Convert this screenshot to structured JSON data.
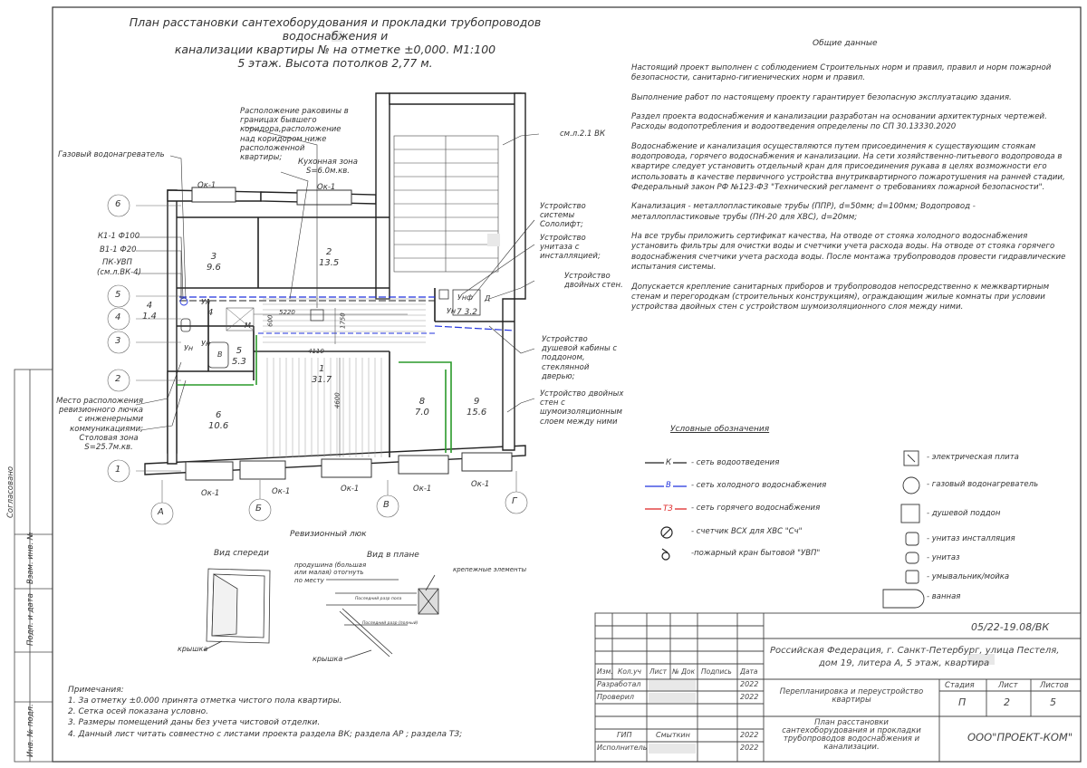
{
  "title": {
    "line1": "План расстановки сантехоборудования и прокладки трубопроводов водоснабжения и",
    "line2": "канализации квартиры №   на отметке ±0,000. М1:100",
    "line3": "5 этаж. Высота потолков 2,77 м."
  },
  "general": {
    "heading": "Общие данные",
    "paragraphs": [
      "Настоящий проект выполнен с соблюдением Строительных норм и правил, правил и норм пожарной безопасности, санитарно-гигиенических норм и правил.",
      "Выполнение работ по настоящему проекту гарантирует безопасную эксплуатацию здания.",
      "Раздел проекта водоснабжения и канализации разработан на основании архитектурных чертежей. Расходы водопотребления и водоотведения определены по СП 30.13330.2020",
      "Водоснабжение и канализация осуществляются путем присоединения к существующим стоякам водопровода, горячего водоснабжения и канализации. На сети хозяйственно-питьевого водопровода в квартире следует установить отдельный кран для присоединения рукава в целях возможности его использовать в качестве первичного устройства внутриквартирного пожаротушения на ранней стадии, Федеральный закон РФ №123-ФЗ \"Технический регламент о требованиях пожарной безопасности\".",
      "Канализация - металлопластиковые трубы (ППР), d=50мм; d=100мм; Водопровод - металлопластиковые трубы (ПН-20 для ХВС), d=20мм;",
      "На все трубы приложить сертификат качества, На отводе от стояка холодного водоснабжения установить фильтры для очистки воды и счетчики учета расхода воды. На отводе от стояка горячего водоснабжения счетчики учета расхода воды. После монтажа трубопроводов провести гидравлические испытания системы.",
      "Допускается крепление санитарных приборов и трубопроводов непосредственно к межквартирным стенам и перегородкам (строительных конструкциям), ограждающим жилые комнаты при условии устройства двойных стен с устройством шумоизоляционного слоя между ними."
    ]
  },
  "plan": {
    "rooms": [
      {
        "num": "3",
        "area": "9.6"
      },
      {
        "num": "2",
        "area": "13.5"
      },
      {
        "num": "4",
        "area": "1.4"
      },
      {
        "num": "4",
        "area": ""
      },
      {
        "num": "5",
        "area": "5.3"
      },
      {
        "num": "1",
        "area": "31.7"
      },
      {
        "num": "6",
        "area": "10.6"
      },
      {
        "num": "8",
        "area": "7.0"
      },
      {
        "num": "9",
        "area": "15.6"
      },
      {
        "num": "7",
        "area": "3.2"
      }
    ],
    "axes_num": [
      "6",
      "5",
      "4",
      "3",
      "2",
      "1"
    ],
    "axes_let": [
      "А",
      "Б",
      "В",
      "Г"
    ],
    "windows": [
      "Ок-1",
      "Ок-1",
      "Ок-1",
      "Ок-1",
      "Ок-1",
      "Ок-1",
      "Ок-1"
    ],
    "dims": [
      "5220",
      "1750",
      "4110",
      "4600",
      "600"
    ],
    "fixtures": [
      "Ун",
      "Ун",
      "Ун",
      "Ун",
      "М",
      "Д",
      "Унф",
      "В"
    ],
    "labels": {
      "sink": "Расположение раковины в границах бывшего коридора,расположение над коридором ниже расположенной квартиры;",
      "kitchen": "Кухонная зона S=6.0м.кв.",
      "gas": "Газовый водонагреватель",
      "k1": "К1-1 Ф100",
      "b1": "В1-1 Ф20",
      "pk": "ПК-УВП",
      "pk2": "(см.л.ВК-4)",
      "revision": "Место расположения ревизионного лючка с инженерными коммуникациями;",
      "dining": "Столовая зона S=25.7м.кв.",
      "sheet_ref": "см.л.2.1 ВК",
      "solo": "Устройство системы Сололифт;",
      "toilet": "Устройство унитаза с инсталляцией;",
      "double1": "Устройство двойных стен.",
      "shower": "Устройство душевой кабины с поддоном, стеклянной дверью;",
      "double2": "Устройство двойных стен с шумоизоляционным слоем между ними"
    }
  },
  "hatch": {
    "title": "Ревизионный люк",
    "front": "Вид спереди",
    "plan": "Вид в плане",
    "vent": "продушина (большая или малая) отогнуть по месту",
    "fasteners": "крепежные элементы",
    "lid1": "крышка",
    "lid2": "крышка",
    "floor1": "Последний разр пола",
    "floor2": "Последний разр (полный)"
  },
  "legend": {
    "title": "Условные обозначения",
    "items": [
      {
        "code": "К",
        "text": "- сеть водоотведения",
        "color": "#222222"
      },
      {
        "code": "В",
        "text": "- сеть холодного водоснабжения",
        "color": "#2233dd"
      },
      {
        "code": "ТЗ",
        "text": "- сеть горячего водоснабжения",
        "color": "#dd2222"
      },
      {
        "code": "",
        "text": "- счетчик ВСХ для ХВС \"Сч\"",
        "color": "#222222"
      },
      {
        "code": "",
        "text": "-пожарный кран бытовой \"УВП\"",
        "color": "#222222"
      }
    ],
    "right": [
      "- электрическая плита",
      "- газовый водонагреватель",
      "- душевой поддон",
      "- унитаз инсталляция",
      "- унитаз",
      "- умывальник/мойка",
      "- ванная"
    ]
  },
  "notes": {
    "title": "Примечания:",
    "items": [
      "1.  За отметку ±0.000 принята отметка чистого пола квартиры.",
      "2.  Сетка осей показана условно.",
      "3.  Размеры помещений даны без учета чистовой отделки.",
      "4.  Данный лист читать совместно с листами проекта раздела ВК; раздела АР ; раздела ТЗ;"
    ]
  },
  "titleblock": {
    "code": "05/22-19.08/ВК",
    "address1": "Российская Федерация, г. Санкт-Петербург, улица Пестеля,",
    "address2": "дом 19, литера А, 5 этаж, квартира",
    "headers": [
      "Изм.",
      "Кол.уч",
      "Лист",
      "№ Док",
      "Подпись",
      "Дата"
    ],
    "roles": [
      {
        "role": "Разработал",
        "name": "",
        "date": "2022"
      },
      {
        "role": "Проверил",
        "name": "",
        "date": "2022"
      },
      {
        "role": "",
        "name": "",
        "date": ""
      },
      {
        "role": "ГИП",
        "name": "Смыткин",
        "date": "2022"
      },
      {
        "role": "Исполнитель",
        "name": "",
        "date": "2022"
      }
    ],
    "project1": "Перепланировка и переустройство",
    "project2": "квартиры",
    "sheet1": "План расстановки",
    "sheet2": "сантехоборудования и прокладки",
    "sheet3": "трубопроводов водоснабжения и",
    "sheet4": "канализации.",
    "stage_label": "Стадия",
    "list_label": "Лист",
    "lists_label": "Листов",
    "stage": "П",
    "list": "2",
    "lists": "5",
    "company": "ООО\"ПРОЕКТ-КОМ\""
  },
  "sidebar": {
    "labels": [
      "Согласовано",
      "Взам. инв. №",
      "Подп. и дата",
      "Инв. № подл."
    ]
  }
}
